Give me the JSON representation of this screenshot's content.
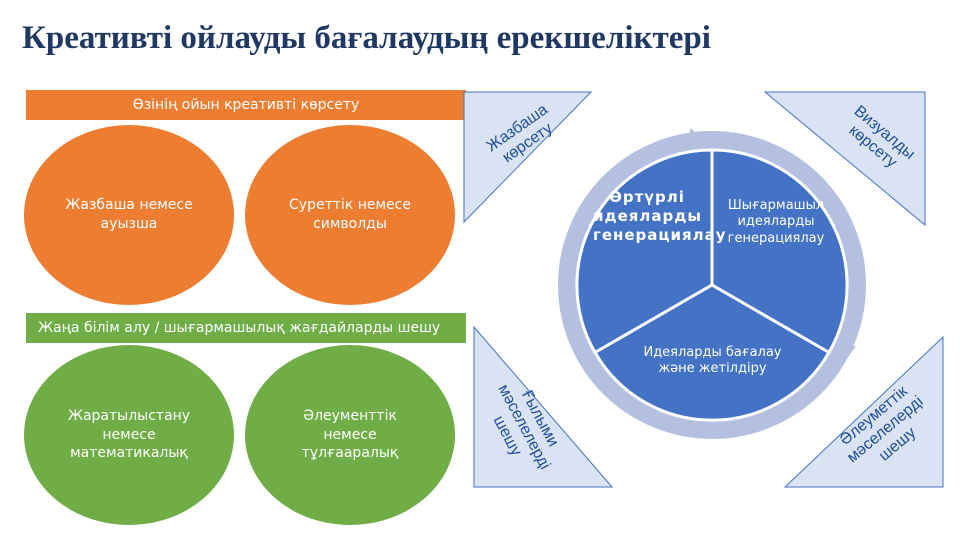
{
  "title": "Креативті ойлауды бағалаудың ерекшеліктері",
  "top_section": {
    "label": "Өзінің ойын креативті көрсету",
    "items": [
      "Жазбаша немесе ауызша",
      "Суреттік немесе символды"
    ]
  },
  "bottom_section": {
    "label": "Жаңа білім алу / шығармашылық жағдайларды  шешу",
    "items": [
      "Жаратылыстану немесе математикалық",
      "Әлеументтік немесе тұлғааралық"
    ]
  },
  "cycle": {
    "segments": [
      "Әртүрлі идеяларды генерациялау",
      "Шығармашыл идеяларды генерациялау",
      "Идеяларды бағалау және жетілдіру"
    ]
  },
  "corner_labels": {
    "top_left": "Жазбаша көрсету",
    "top_right": "Визуалды көрсету",
    "bottom_left": "Ғылыми мәселелерді шешу",
    "bottom_right": "Әлеуметтік мәселелерді шешу"
  },
  "colors": {
    "title": "#1f3864",
    "orange": "#ed7d31",
    "green": "#70ad47",
    "cycle_blue": "#4472c4",
    "ring": "#b4c0e0",
    "triangle": "#dae3f3"
  }
}
